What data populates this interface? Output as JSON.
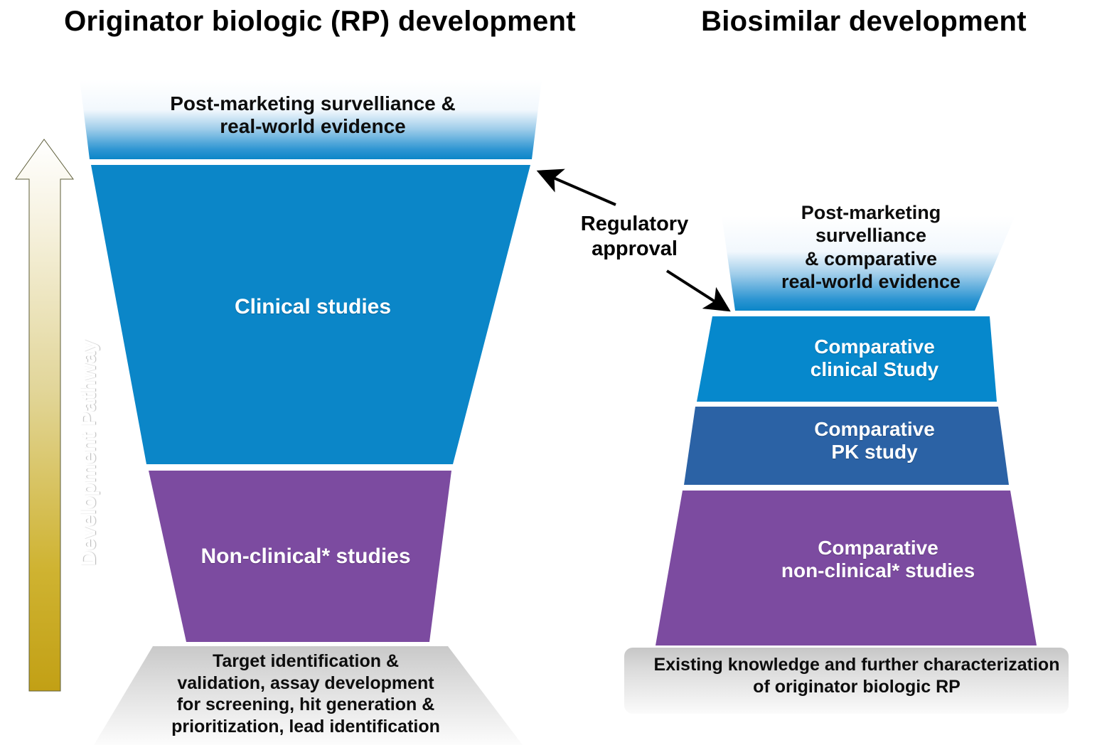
{
  "titles": {
    "left": "Originator biologic (RP) development",
    "right": "Biosimilar development"
  },
  "pathway_arrow": {
    "label": "Development Pathway",
    "direction": "up",
    "gradient_top": "#fbf8ec",
    "gradient_bottom": "#c8a81e"
  },
  "connector": {
    "label": "Regulatory\napproval",
    "arrows": [
      {
        "name": "arrow-to-originator",
        "direction": "up-left"
      },
      {
        "name": "arrow-to-biosimilar",
        "direction": "down-right"
      }
    ]
  },
  "left_funnel": {
    "title": "Originator biologic (RP) development",
    "shape": "inverted-funnel",
    "bands": [
      {
        "key": "post-marketing",
        "label": "Post-marketing  survelliance &\nreal-world  evidence",
        "fill": "gradient-white-to-blue",
        "fill_top": "#ffffff",
        "fill_bottom": "#1587c8",
        "text_color": "#0d0d0d"
      },
      {
        "key": "clinical-studies",
        "label": "Clinical studies",
        "fill": "#0b86c8",
        "text_color": "#ffffff"
      },
      {
        "key": "non-clinical-studies",
        "label": "Non-clinical* studies",
        "fill": "#7c4ba0",
        "text_color": "#ffffff"
      }
    ],
    "base": {
      "key": "foundation",
      "label": "Target identification &\nvalidation, assay  development\nfor  screening, hit  generation &\nprioritization, lead  identification",
      "fill": "gradient-gray",
      "fill_top": "#cfcfcf",
      "fill_bottom": "#fbfbfb",
      "text_color": "#0d0d0d"
    }
  },
  "right_funnel": {
    "title": "Biosimilar development",
    "shape": "upright-funnel",
    "bands": [
      {
        "key": "post-marketing",
        "label": "Post-marketing\nsurvelliance\n& comparative\nreal-world  evidence",
        "fill": "gradient-white-to-blue",
        "fill_top": "#ffffff",
        "fill_bottom": "#1587c8",
        "text_color": "#0d0d0d"
      },
      {
        "key": "comparative-clinical-study",
        "label": "Comparative\nclinical Study",
        "fill": "#0688cc",
        "text_color": "#ffffff"
      },
      {
        "key": "comparative-pk-study",
        "label": "Comparative\nPK  study",
        "fill": "#2b62a5",
        "text_color": "#ffffff"
      },
      {
        "key": "comparative-non-clinical-studies",
        "label": "Comparative\nnon-clinical* studies",
        "fill": "#7c4ba0",
        "text_color": "#ffffff"
      }
    ],
    "base": {
      "key": "foundation",
      "label": "Existing  knowledge and  further  characterization\nof  originator  biologic RP",
      "fill": "gradient-gray",
      "fill_top": "#cfcfcf",
      "fill_bottom": "#fbfbfb",
      "text_color": "#0d0d0d"
    }
  },
  "colors": {
    "blue_light": "#0b86c8",
    "blue_mid": "#0688cc",
    "blue_dark": "#2b62a5",
    "purple": "#7c4ba0",
    "gray_base": "#d4d4d4",
    "gold": "#c8a81e",
    "text_dark": "#0d0d0d",
    "text_light": "#ffffff"
  }
}
